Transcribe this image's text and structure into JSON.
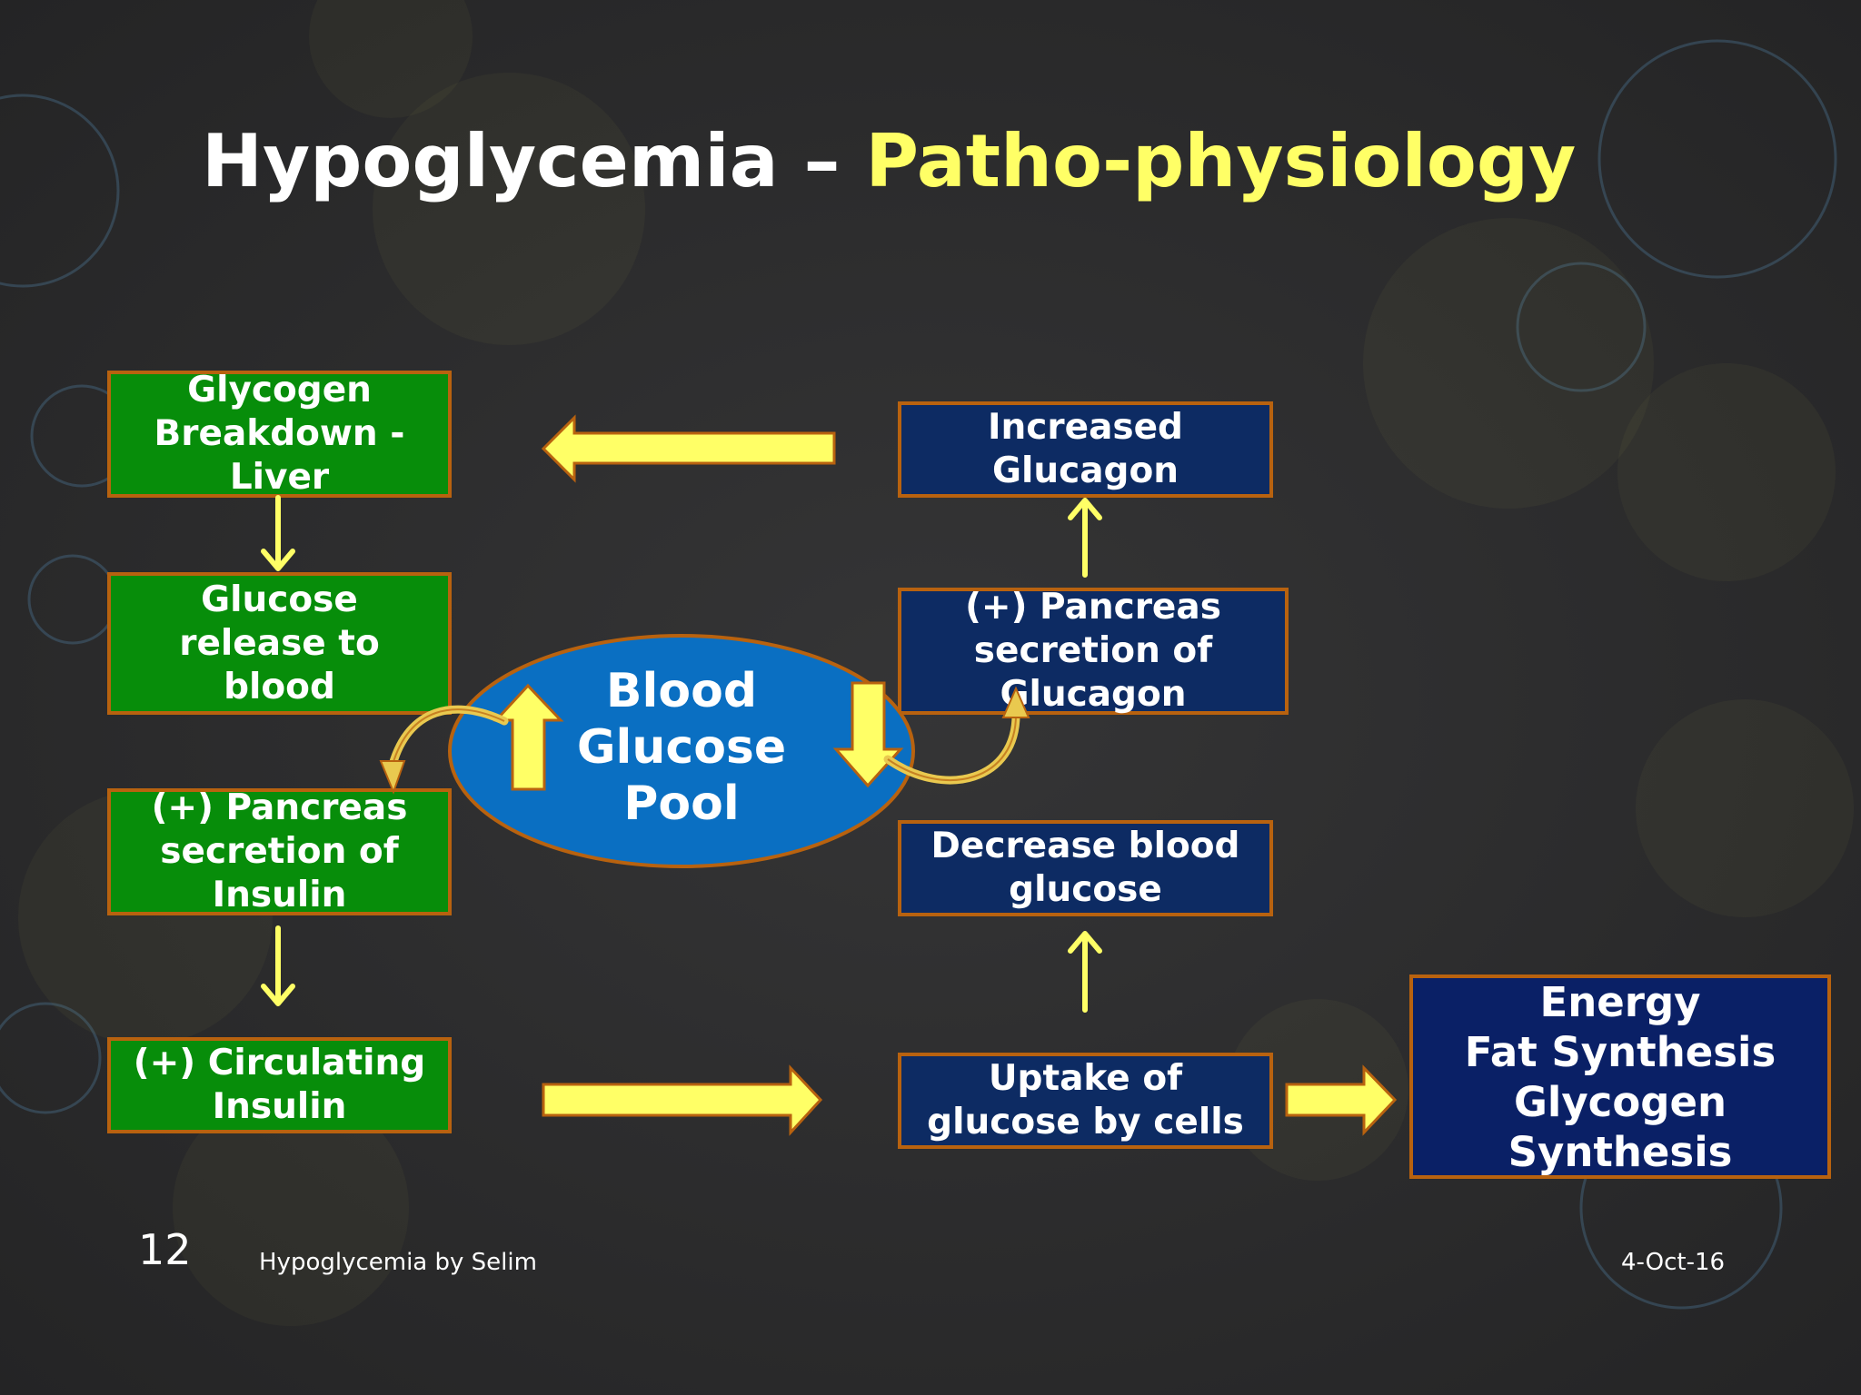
{
  "slide": {
    "title_main": "Hypoglycemia – ",
    "title_accent": "Patho-physiology",
    "page_number": "12",
    "footer_text": "Hypoglycemia by Selim",
    "date": "4-Oct-16"
  },
  "colors": {
    "background": "#2f2f30",
    "title": "#ffffff",
    "title_accent": "#ffff66",
    "green_box": "#078d0a",
    "navy_box": "#0d2b63",
    "box_border": "#b8620f",
    "arrow_fill": "#ffff66",
    "pool_fill": "#0a6fc2"
  },
  "diagram": {
    "pool_label": "Blood\nGlucose\nPool",
    "left_chain": [
      "Glycogen\nBreakdown -\nLiver",
      "Glucose\nrelease to\nblood",
      "(+) Pancreas\nsecretion of\nInsulin",
      "(+) Circulating\nInsulin"
    ],
    "right_chain": [
      "Increased\nGlucagon",
      "(+) Pancreas\nsecretion of\nGlucagon",
      "Decrease blood\nglucose",
      "Uptake of\nglucose by cells"
    ],
    "outcome": "Energy\nFat Synthesis\nGlycogen\nSynthesis"
  }
}
